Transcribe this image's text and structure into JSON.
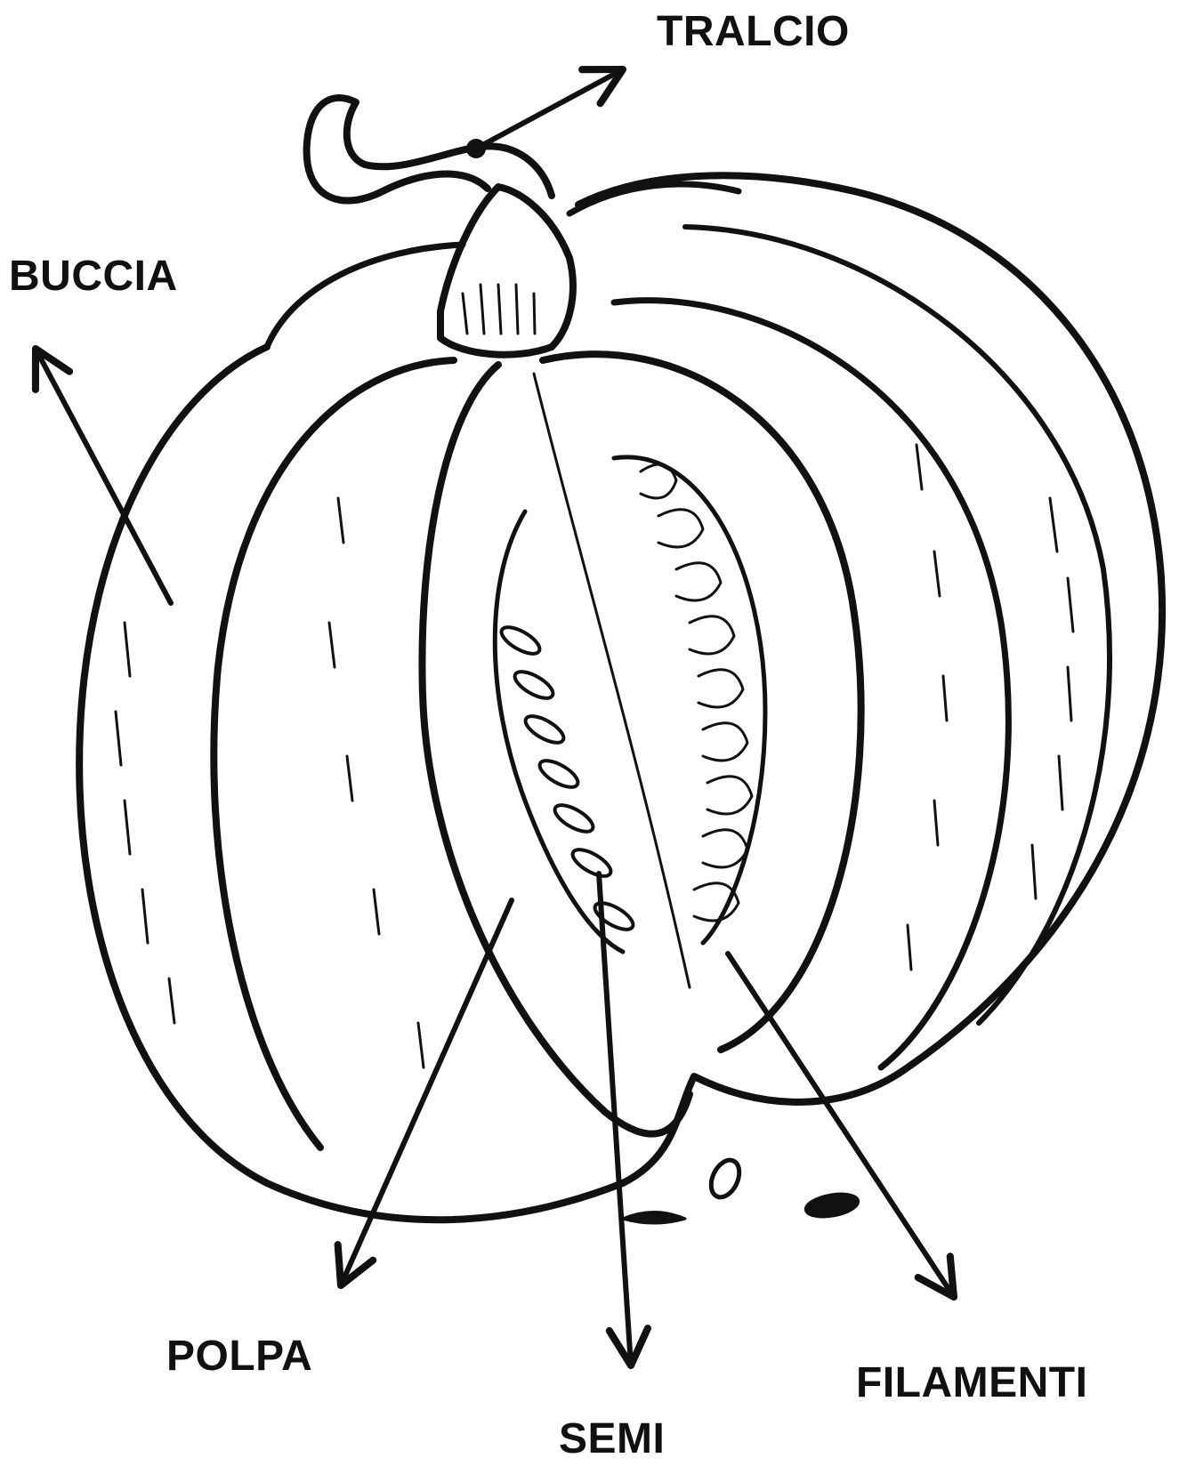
{
  "labels": {
    "tralcio": "TRALCIO",
    "buccia": "BUCCIA",
    "polpa": "POLPA",
    "semi": "SEMI",
    "filamenti": "FILAMENTI"
  },
  "colors": {
    "ink": "#111111",
    "background": "#ffffff"
  }
}
